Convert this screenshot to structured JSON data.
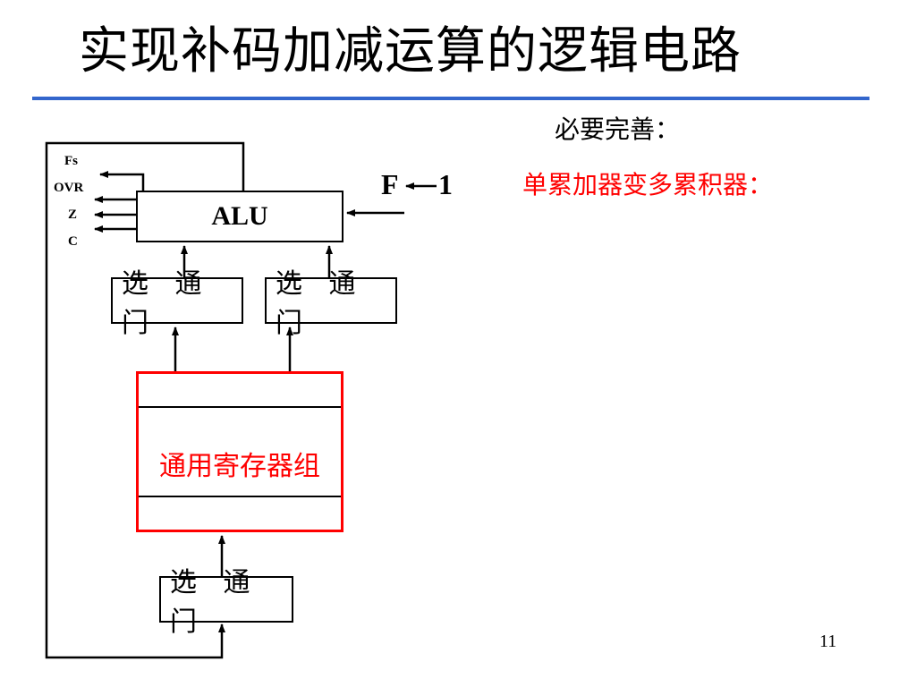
{
  "slide": {
    "title": "实现补码加减运算的逻辑电路",
    "note_black": "必要完善：",
    "note_red": "单累加器变多累积器：",
    "page_number": "11"
  },
  "diagram": {
    "alu_label": "ALU",
    "gate_label": "选 通 门",
    "register_file_label": "通用寄存器组",
    "flags": [
      "Fs",
      "OVR",
      "Z",
      "C"
    ],
    "f_label": "F",
    "one_label": "1",
    "colors": {
      "title_rule": "#3366cc",
      "highlight": "#ff0000"
    }
  }
}
